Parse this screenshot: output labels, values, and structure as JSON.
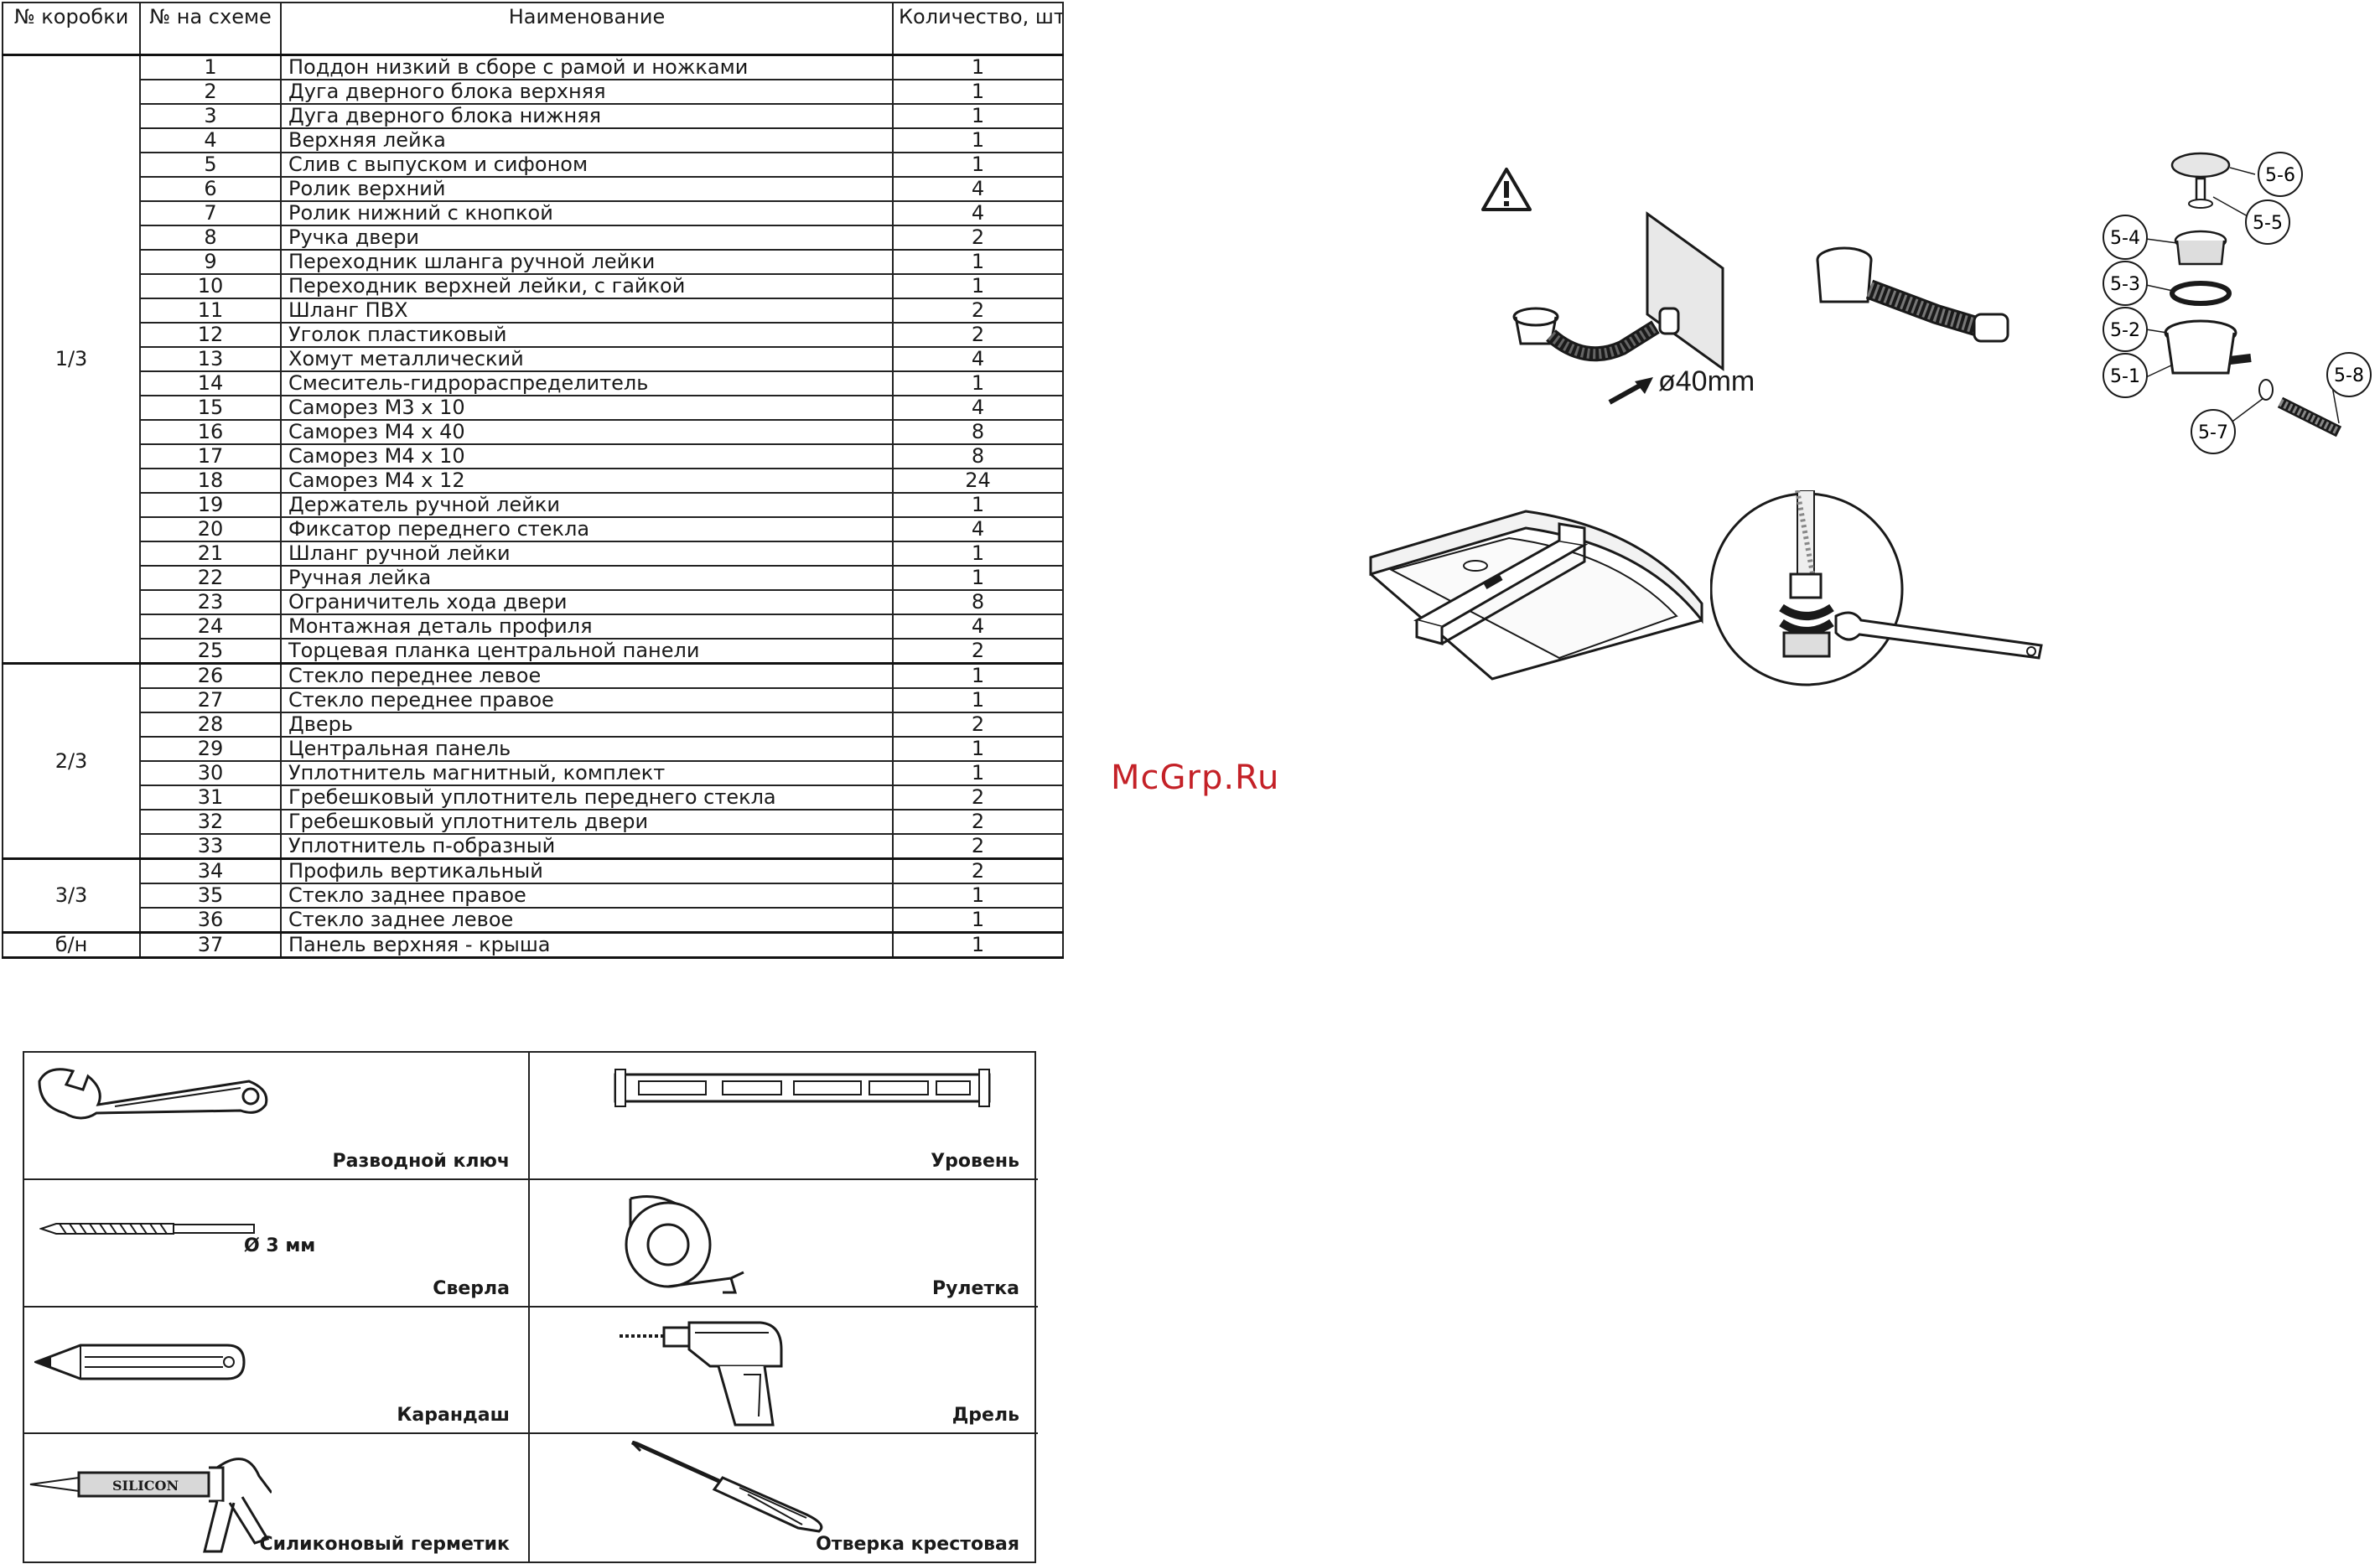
{
  "parts_table": {
    "headers": {
      "box": "№ коробки",
      "scheme_no": "№ на схеме",
      "name": "Наименование",
      "qty": "Количество, шт"
    },
    "groups": [
      {
        "box": "1/3",
        "items": [
          {
            "n": "1",
            "name": "Поддон низкий в сборе с рамой и ножками",
            "q": "1"
          },
          {
            "n": "2",
            "name": "Дуга дверного блока верхняя",
            "q": "1"
          },
          {
            "n": "3",
            "name": "Дуга дверного блока нижняя",
            "q": "1"
          },
          {
            "n": "4",
            "name": "Верхняя лейка",
            "q": "1"
          },
          {
            "n": "5",
            "name": "Слив с выпуском и сифоном",
            "q": "1"
          },
          {
            "n": "6",
            "name": "Ролик верхний",
            "q": "4"
          },
          {
            "n": "7",
            "name": "Ролик нижний с кнопкой",
            "q": "4"
          },
          {
            "n": "8",
            "name": "Ручка двери",
            "q": "2"
          },
          {
            "n": "9",
            "name": "Переходник шланга ручной лейки",
            "q": "1"
          },
          {
            "n": "10",
            "name": "Переходник верхней лейки, с гайкой",
            "q": "1"
          },
          {
            "n": "11",
            "name": "Шланг ПВХ",
            "q": "2"
          },
          {
            "n": "12",
            "name": "Уголок пластиковый",
            "q": "2"
          },
          {
            "n": "13",
            "name": "Хомут металлический",
            "q": "4"
          },
          {
            "n": "14",
            "name": "Смеситель-гидрораспределитель",
            "q": "1"
          },
          {
            "n": "15",
            "name": "Саморез М3 х 10",
            "q": "4"
          },
          {
            "n": "16",
            "name": "Саморез М4 х 40",
            "q": "8"
          },
          {
            "n": "17",
            "name": "Саморез М4 х 10",
            "q": "8"
          },
          {
            "n": "18",
            "name": "Саморез М4 х 12",
            "q": "24"
          },
          {
            "n": "19",
            "name": "Держатель ручной лейки",
            "q": "1"
          },
          {
            "n": "20",
            "name": "Фиксатор переднего стекла",
            "q": "4"
          },
          {
            "n": "21",
            "name": "Шланг ручной лейки",
            "q": "1"
          },
          {
            "n": "22",
            "name": "Ручная лейка",
            "q": "1"
          },
          {
            "n": "23",
            "name": "Ограничитель хода двери",
            "q": "8"
          },
          {
            "n": "24",
            "name": "Монтажная деталь профиля",
            "q": "4"
          },
          {
            "n": "25",
            "name": "Торцевая планка центральной панели",
            "q": "2"
          }
        ]
      },
      {
        "box": "2/3",
        "items": [
          {
            "n": "26",
            "name": "Стекло переднее левое",
            "q": "1"
          },
          {
            "n": "27",
            "name": "Стекло переднее правое",
            "q": "1"
          },
          {
            "n": "28",
            "name": "Дверь",
            "q": "2"
          },
          {
            "n": "29",
            "name": "Центральная панель",
            "q": "1"
          },
          {
            "n": "30",
            "name": "Уплотнитель магнитный, комплект",
            "q": "1"
          },
          {
            "n": "31",
            "name": "Гребешковый уплотнитель переднего стекла",
            "q": "2"
          },
          {
            "n": "32",
            "name": "Гребешковый уплотнитель двери",
            "q": "2"
          },
          {
            "n": "33",
            "name": "Уплотнитель п-образный",
            "q": "2"
          }
        ]
      },
      {
        "box": "3/3",
        "items": [
          {
            "n": "34",
            "name": "Профиль вертикальный",
            "q": "2"
          },
          {
            "n": "35",
            "name": "Стекло заднее правое",
            "q": "1"
          },
          {
            "n": "36",
            "name": "Стекло заднее левое",
            "q": "1"
          }
        ]
      },
      {
        "box": "б/н",
        "items": [
          {
            "n": "37",
            "name": "Панель верхняя - крыша",
            "q": "1"
          }
        ]
      }
    ]
  },
  "tools": {
    "wrench": "Разводной ключ",
    "level": "Уровень",
    "drill_bits": "Сверла",
    "drill_bit_size": "Ø 3 мм",
    "tape": "Рулетка",
    "pencil": "Карандаш",
    "drill": "Дрель",
    "sealant": "Силиконовый герметик",
    "sealant_tube_text": "SILICON",
    "screwdriver": "Отверка крестовая"
  },
  "figures": {
    "pipe_diameter": "ø40mm",
    "callouts": [
      "5-6",
      "5-5",
      "5-4",
      "5-3",
      "5-2",
      "5-1",
      "5-7",
      "5-8"
    ],
    "icons": [
      "warning-icon"
    ]
  },
  "watermark": "McGrp.Ru",
  "colors": {
    "ink": "#1a1a1a",
    "watermark": "#c42127"
  }
}
